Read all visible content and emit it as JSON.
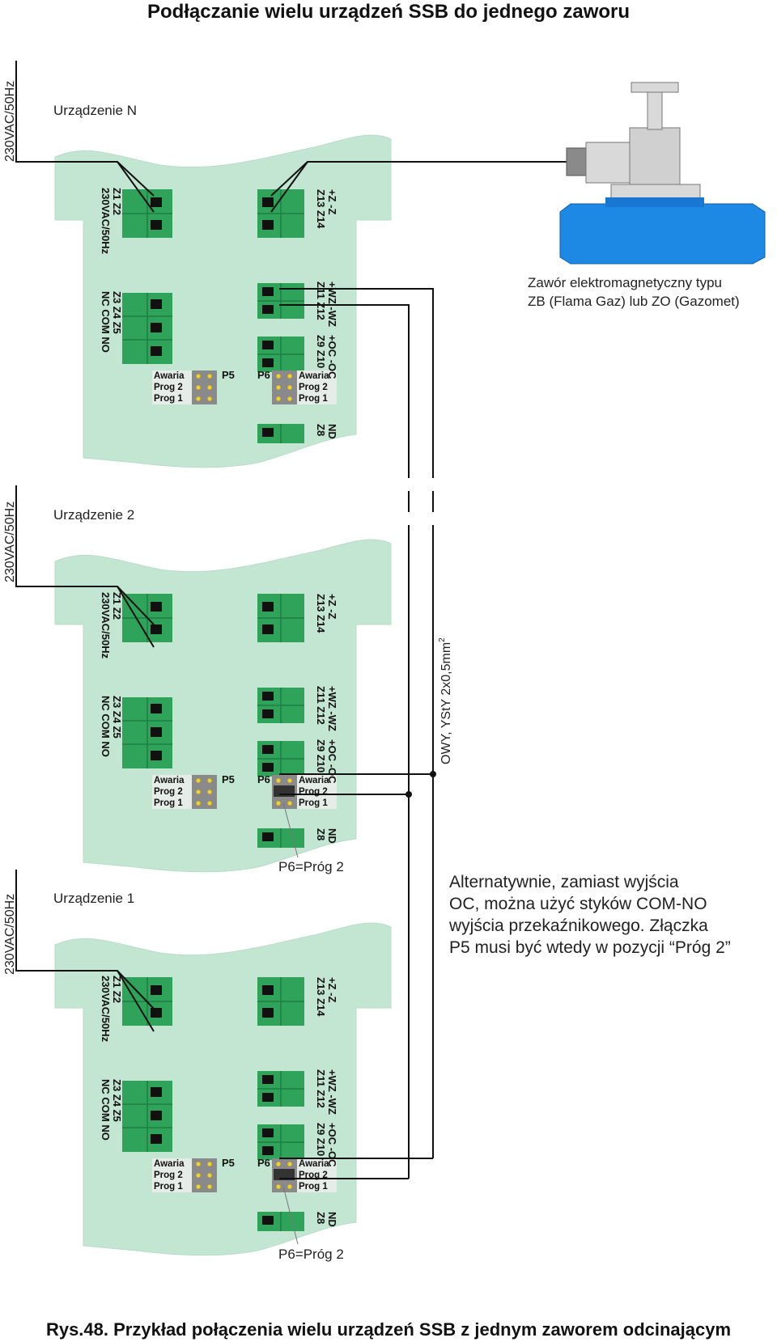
{
  "title": "Podłączanie wielu urządzeń SSB do jednego zaworu",
  "caption": "Rys.48. Przykład połączenia wielu urządzeń SSB z jednym zaworem odcinającym",
  "supply_label": "230VAC/50Hz",
  "valve": {
    "label_line1": "Zawór elektromagnetyczny typu",
    "label_line2": "ZB (Flama Gaz) lub ZO (Gazomet)"
  },
  "cable_label": "OWY, YStY 2x0,5mm",
  "cable_superscript": "2",
  "note": {
    "line1": "Alternatywnie, zamiast wyjścia",
    "line2": "OC, można użyć styków COM-NO",
    "line3": "wyjścia przekaźnikowego. Złączka",
    "line4": "P5 musi być wtedy w pozycji “Próg 2”"
  },
  "devices": [
    {
      "name": "Urządzenie N",
      "jumper_note": ""
    },
    {
      "name": "Urządzenie 2",
      "jumper_note": "P6=Próg 2"
    },
    {
      "name": "Urządzenie 1",
      "jumper_note": "P6=Próg 2"
    }
  ],
  "board_labels": {
    "z1z2": "Z1  Z2",
    "supply": "230VAC/50Hz",
    "z3z5": "Z3  Z4  Z5",
    "nccomno": "NC COM NO",
    "z13z14": "Z13 Z14",
    "pz": "+Z  -Z",
    "z11z12": "Z11 Z12",
    "wz": "+WZ -WZ",
    "z9z10": "Z9 Z10",
    "oc": "+OC -OC",
    "z8": "Z8",
    "nd": "ND",
    "p5": "P5",
    "p6": "P6",
    "awaria": "Awaria",
    "prog2": "Prog 2",
    "prog1": "Prog 1"
  },
  "colors": {
    "board": "#c2e6d2",
    "terminal": "#2fa35a",
    "terminal_hole": "#111111",
    "valve_body": "#1e88e5",
    "valve_metal": "#d9d9d9",
    "wire": "#111111"
  }
}
